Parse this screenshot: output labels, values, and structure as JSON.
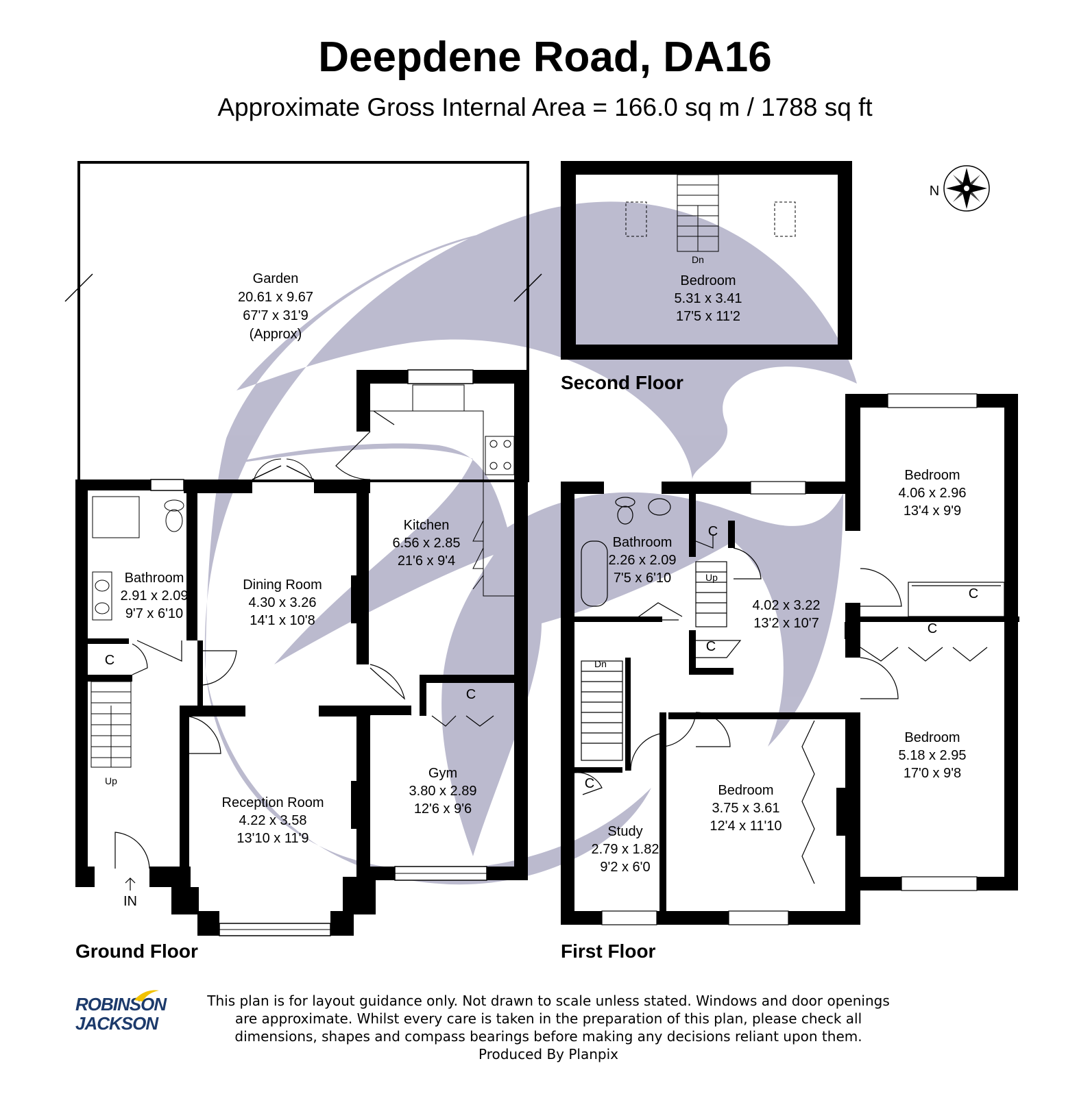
{
  "title": "Deepdene Road, DA16",
  "subtitle": "Approximate Gross Internal Area = 166.0 sq m / 1788 sq ft",
  "floors": {
    "ground": "Ground Floor",
    "first": "First Floor",
    "second": "Second Floor"
  },
  "rooms": {
    "garden": [
      "Garden",
      "20.61 x 9.67",
      "67'7 x 31'9",
      "(Approx)"
    ],
    "gf_bathroom": [
      "Bathroom",
      "2.91 x 2.09",
      "9'7 x 6'10"
    ],
    "dining": [
      "Dining Room",
      "4.30 x 3.26",
      "14'1 x 10'8"
    ],
    "kitchen": [
      "Kitchen",
      "6.56 x 2.85",
      "21'6 x 9'4"
    ],
    "reception": [
      "Reception Room",
      "4.22 x 3.58",
      "13'10 x 11'9"
    ],
    "gym": [
      "Gym",
      "3.80 x 2.89",
      "12'6 x 9'6"
    ],
    "sf_bedroom": [
      "Bedroom",
      "5.31 x 3.41",
      "17'5 x 11'2"
    ],
    "ff_bathroom": [
      "Bathroom",
      "2.26 x 2.09",
      "7'5 x 6'10"
    ],
    "landing": [
      "4.02 x 3.22",
      "13'2 x 10'7"
    ],
    "bedroom_ne": [
      "Bedroom",
      "4.06 x 2.96",
      "13'4 x 9'9"
    ],
    "bedroom_se": [
      "Bedroom",
      "5.18 x 2.95",
      "17'0 x 9'8"
    ],
    "bedroom_s": [
      "Bedroom",
      "3.75 x 3.61",
      "12'4 x 11'10"
    ],
    "study": [
      "Study",
      "2.79 x 1.82",
      "9'2 x 6'0"
    ]
  },
  "labels": {
    "cupboard": "C",
    "up": "Up",
    "down": "Dn",
    "in": "IN",
    "north": "N"
  },
  "disclaimer": [
    "This plan is for layout guidance only. Not drawn to scale unless stated. Windows and door openings",
    "are approximate. Whilst every care is taken in the preparation of this plan, please check all",
    "dimensions, shapes and compass bearings before making any decisions reliant upon them.",
    "Produced By Planpix"
  ],
  "logo": [
    "ROBINSON",
    "JACKSON"
  ],
  "colors": {
    "wall": "#000000",
    "watermark": "#b8b7cc",
    "logo_text": "#1c3a6b",
    "logo_swoosh": "#f2c200"
  }
}
